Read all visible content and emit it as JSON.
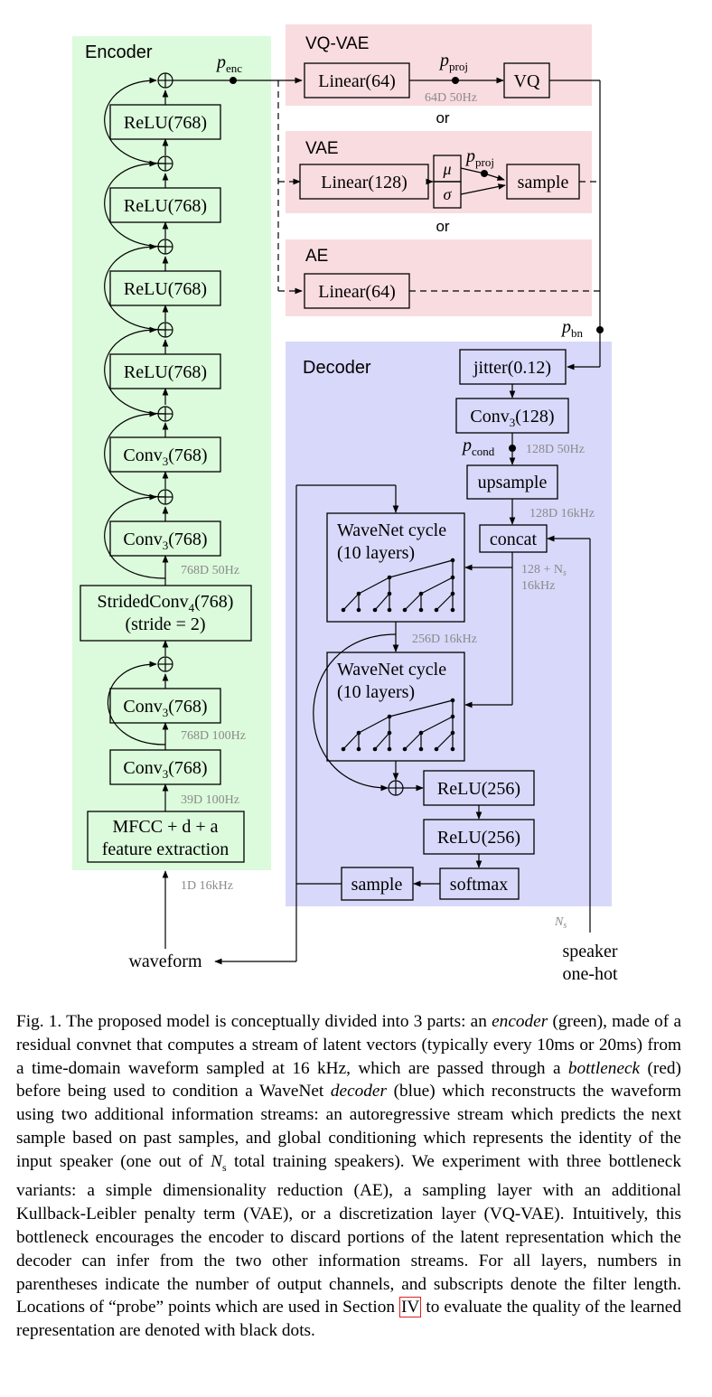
{
  "encoder": {
    "title": "Encoder",
    "probe": "p",
    "probe_sub": "enc",
    "layers": [
      "ReLU(768)",
      "ReLU(768)",
      "ReLU(768)",
      "ReLU(768)",
      "Conv",
      "Conv",
      "Conv",
      "Conv"
    ],
    "conv_label": "Conv",
    "conv_sub": "3",
    "conv_arg": "(768)",
    "relu_label": "ReLU(768)",
    "strided_label": "StridedConv",
    "strided_sub": "4",
    "strided_arg": "(768)",
    "strided_line2": "(stride = 2)",
    "mfcc_line1": "MFCC + d + a",
    "mfcc_line2": "feature extraction",
    "dims": [
      "768D 50Hz",
      "768D 100Hz",
      "39D 100Hz",
      "1D 16kHz"
    ]
  },
  "bottleneck": {
    "vqvae": {
      "title": "VQ-VAE",
      "linear": "Linear(64)",
      "vq": "VQ",
      "probe": "p",
      "probe_sub": "proj",
      "dim": "64D 50Hz"
    },
    "or1": "or",
    "vae": {
      "title": "VAE",
      "linear": "Linear(128)",
      "mu": "μ",
      "sigma": "σ",
      "sample": "sample",
      "probe": "p",
      "probe_sub": "proj"
    },
    "or2": "or",
    "ae": {
      "title": "AE",
      "linear": "Linear(64)"
    },
    "probe_bn": "p",
    "probe_bn_sub": "bn"
  },
  "decoder": {
    "title": "Decoder",
    "jitter": "jitter(0.12)",
    "conv_label": "Conv",
    "conv_sub": "3",
    "conv_arg": "(128)",
    "probe": "p",
    "probe_sub": "cond",
    "dim_cond": "128D 50Hz",
    "upsample": "upsample",
    "dim_up": "128D 16kHz",
    "concat": "concat",
    "dim_concat_a": "128 + N",
    "dim_concat_sub": "s",
    "dim_concat_b": "16kHz",
    "wavenet_line1": "WaveNet cycle",
    "wavenet_line2": "(10 layers)",
    "dim_wn": "256D 16kHz",
    "relu1": "ReLU(256)",
    "relu2": "ReLU(256)",
    "softmax": "softmax",
    "sample": "sample"
  },
  "io": {
    "waveform": "waveform",
    "ns": "N",
    "ns_sub": "s",
    "speaker_line1": "speaker",
    "speaker_line2": "one-hot"
  },
  "colors": {
    "encoder_bg": "#dcfadc",
    "bottleneck_bg": "#f9dcdf",
    "decoder_bg": "#d8d8fa",
    "section_ref_border": "#e02020"
  },
  "caption": {
    "p1": "Fig. 1.  The proposed model is conceptually divided into 3 parts: an ",
    "em1": "encoder",
    "p2": " (green), made of a residual convnet that computes a stream of latent vectors (typically every 10ms or 20ms) from a time-domain waveform sampled at 16 kHz, which are passed through a ",
    "em2": "bottleneck",
    "p3": " (red) before being used to condition a WaveNet ",
    "em3": "decoder",
    "p4": " (blue) which reconstructs the waveform using two additional information streams: an autoregressive stream which predicts the next sample based on past samples, and global conditioning which represents the identity of the input speaker (one out of ",
    "ns": "N",
    "ns_sub": "s",
    "p5": " total training speakers). We experiment with three bottleneck variants: a simple dimensionality reduction (AE), a sampling layer with an additional Kullback-Leibler penalty term (VAE), or a discretization layer (VQ-VAE). Intuitively, this bottleneck encourages the encoder to discard portions of the latent representation which the decoder can infer from the two other information streams. For all layers, numbers in parentheses indicate the number of output channels, and subscripts denote the filter length. Locations of “probe” points which are used in Section ",
    "ref": "IV",
    "p6": " to evaluate the quality of the learned representation are denoted with black dots."
  }
}
